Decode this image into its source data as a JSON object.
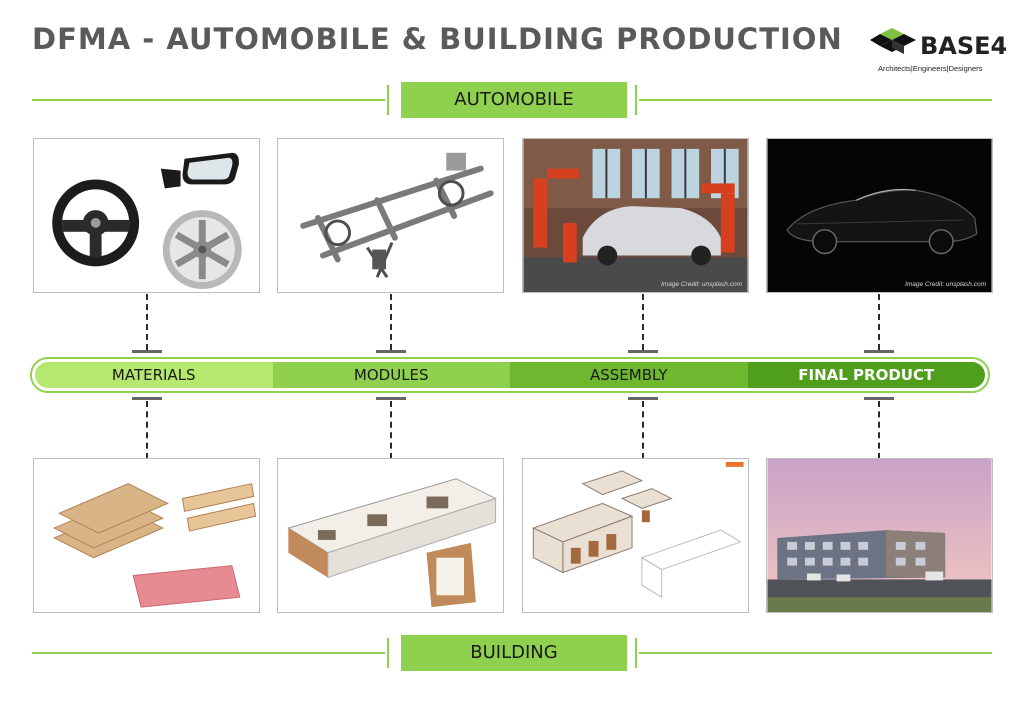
{
  "title": "DFMA - AUTOMOBILE & BUILDING PRODUCTION",
  "logo": {
    "word": "BASE4",
    "tagline": "Architects|Engineers|Designers"
  },
  "sections": {
    "top": "AUTOMOBILE",
    "bottom": "BUILDING"
  },
  "stages": [
    "MATERIALS",
    "MODULES",
    "ASSEMBLY",
    "FINAL PRODUCT"
  ],
  "automobile_images": [
    {
      "icon": "car-parts-photo"
    },
    {
      "icon": "car-chassis-photo"
    },
    {
      "icon": "car-factory-photo",
      "credit": "Image Credit: unsplash.com"
    },
    {
      "icon": "luxury-car-photo",
      "credit": "Image Credit: unsplash.com"
    }
  ],
  "building_images": [
    {
      "icon": "wood-materials-photo"
    },
    {
      "icon": "building-module-render"
    },
    {
      "icon": "building-assembly-diagram"
    },
    {
      "icon": "apartment-building-render"
    }
  ],
  "colors": {
    "accent": "#8fd14f",
    "stage1": "#b4e86f",
    "stage2": "#8fd14f",
    "stage3": "#6eb82f",
    "stage4": "#4f9f1c",
    "title": "#5a5a5a"
  }
}
